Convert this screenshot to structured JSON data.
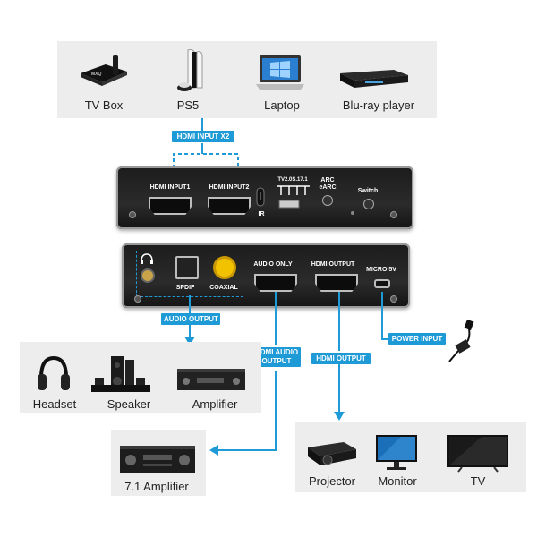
{
  "sources": {
    "tv_box": "TV Box",
    "ps5": "PS5",
    "laptop": "Laptop",
    "bluray": "Blu-ray player"
  },
  "tags": {
    "hdmi_input": "HDMI INPUT X2",
    "audio_output": "AUDIO OUTPUT",
    "hdmi_audio_output_1": "HDMI AUDIO",
    "hdmi_audio_output_2": "OUTPUT",
    "hdmi_output": "HDMI OUTPUT",
    "power_input": "POWER INPUT"
  },
  "front_panel": {
    "hdmi_input1": "HDMI INPUT1",
    "hdmi_input2": "HDMI INPUT2",
    "ir": "IR",
    "tv_modes": "TV2.0S.17.1",
    "arc": "ARC",
    "earc": "eARC",
    "switch": "Switch"
  },
  "back_panel": {
    "spdif": "SPDIF",
    "coaxial": "COAXIAL",
    "audio_only": "AUDIO ONLY",
    "hdmi_output": "HDMI OUTPUT",
    "micro5v": "MICRO 5V"
  },
  "audio_devices": {
    "headset": "Headset",
    "speaker": "Speaker",
    "amplifier": "Amplifier"
  },
  "amp71": "7.1 Amplifier",
  "displays": {
    "projector": "Projector",
    "monitor": "Monitor",
    "tv": "TV"
  },
  "colors": {
    "accent": "#1e9ad6",
    "panel": "#ededed",
    "device": "#1c1c1c"
  }
}
